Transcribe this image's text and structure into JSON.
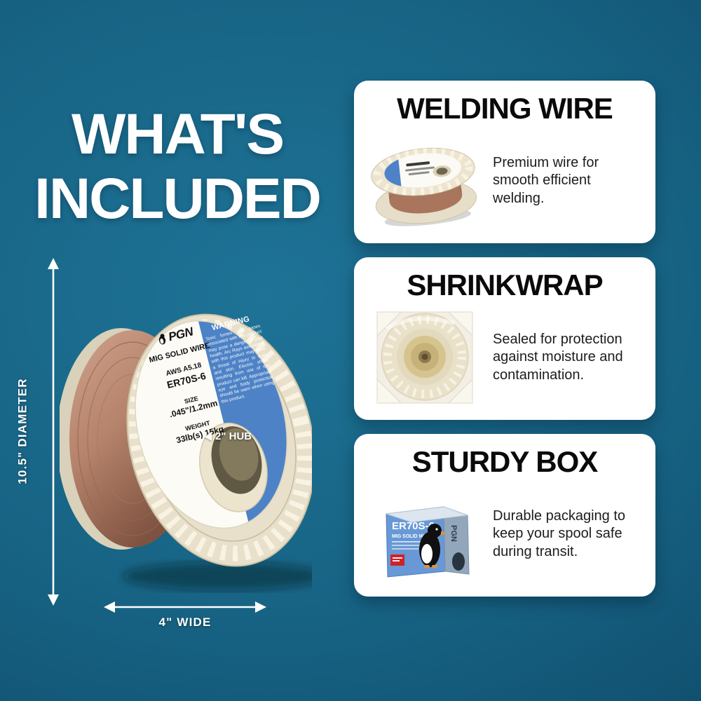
{
  "page": {
    "title_line1": "WHAT'S",
    "title_line2": "INCLUDED"
  },
  "dimensions": {
    "diameter": "10.5\" DIAMETER",
    "width": "4\" WIDE",
    "hub": "2\" HUB"
  },
  "spool_label": {
    "brand": "PGN",
    "product": "MIG SOLID WIRE",
    "spec": "AWS A5.18",
    "model": "ER70S-6",
    "size_label": "SIZE",
    "size_value": ".045\"/1.2mm",
    "weight_label": "WEIGHT",
    "weight_value": "33lb(s) 15kg",
    "warning_title": "WARNING",
    "warning_body": "Toxic fumes and gases associated with this product may pose a danger to your health. Arc Rays associated with this product may pose a threat of injury to eyes and skin. Electric shock resulting from use of this product can kill. Appropriate eye and body protection should be warn when using this product."
  },
  "cards": [
    {
      "title": "WELDING WIRE",
      "description": "Premium wire for smooth efficient welding."
    },
    {
      "title": "SHRINKWRAP",
      "description": "Sealed for protection against moisture and contamination."
    },
    {
      "title": "STURDY BOX",
      "description": "Durable packaging to keep your spool safe during transit."
    }
  ],
  "box_art": {
    "model": "ER70S-6",
    "product": "MIG SOLID WIRE",
    "side_brand": "PGN"
  },
  "colors": {
    "bg-mid": "#1e7396",
    "bg-edge": "#0d4563",
    "card-bg": "#ffffff",
    "title-text": "#ffffff",
    "heading-text": "#0a0a0a",
    "body-text": "#1c1c1c",
    "label-blue": "#4d82c6",
    "copper-wire": "#b5826b",
    "flange-cream": "#e8e0ca",
    "box-blue": "#6899d6",
    "logo-red": "#cf2128"
  }
}
